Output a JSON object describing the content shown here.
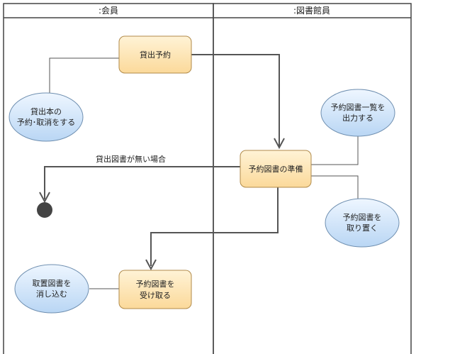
{
  "swimlanes": [
    {
      "id": "member",
      "title": ":会員"
    },
    {
      "id": "library",
      "title": ":図書館員"
    }
  ],
  "actions": [
    {
      "id": "lend_reserve",
      "lines": [
        "貸出予約"
      ]
    },
    {
      "id": "prepare",
      "lines": [
        "予約図書の準備"
      ]
    },
    {
      "id": "receive",
      "lines": [
        "予約図書を",
        "受け取る"
      ]
    }
  ],
  "notes": [
    {
      "id": "note_member_reserve",
      "lines": [
        "貸出本の",
        "予約･取消をする"
      ]
    },
    {
      "id": "note_output_list",
      "lines": [
        "予約図書一覧を",
        "出力する"
      ]
    },
    {
      "id": "note_set_aside",
      "lines": [
        "予約図書を",
        "取り置く"
      ]
    },
    {
      "id": "note_cancel_entry",
      "lines": [
        "取置図書を",
        "消し込む"
      ]
    }
  ],
  "flow_labels": {
    "no_books": "貸出図書が無い場合"
  },
  "colors": {
    "action_fill_top": "#fff3d6",
    "action_fill_bottom": "#fbd99a",
    "action_stroke": "#b08a4a",
    "note_fill_top": "#eef6ff",
    "note_fill_bottom": "#b9d6f4",
    "note_stroke": "#6f8fb0",
    "edge": "#555555",
    "lane_border": "#444444",
    "final_node": "#444444"
  }
}
